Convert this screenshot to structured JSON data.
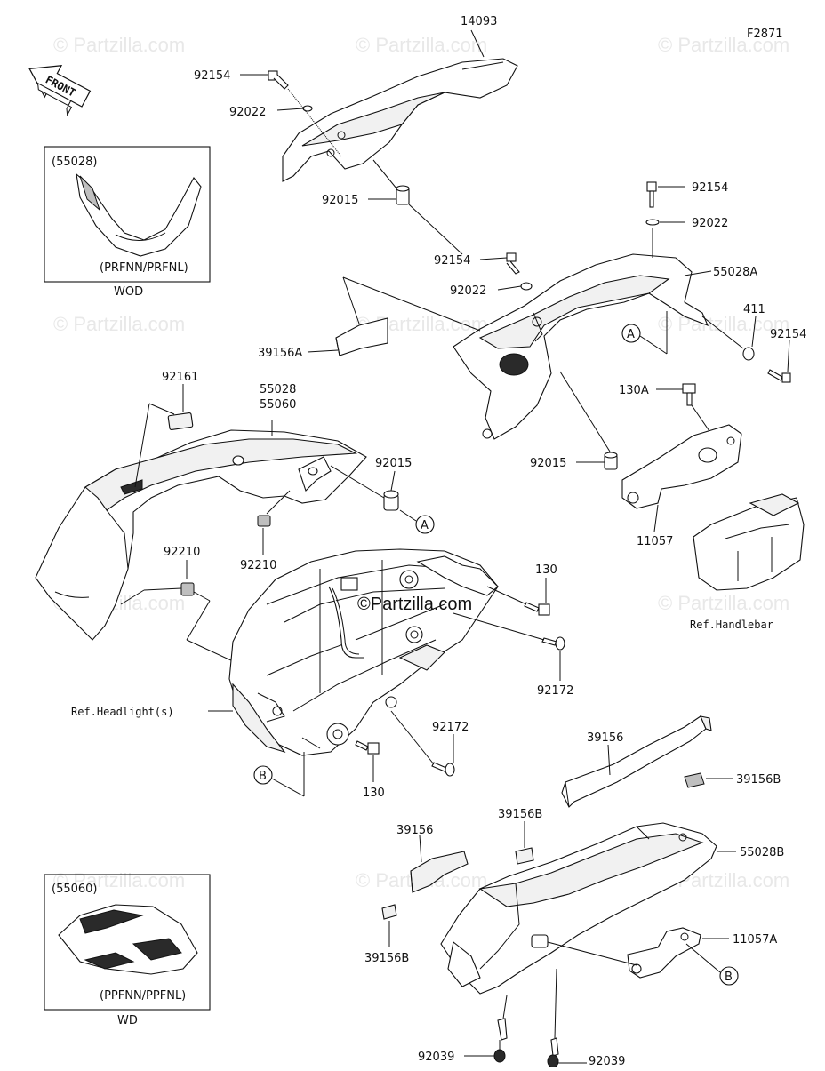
{
  "figure_code": "F2871",
  "watermark": "© Partzilla.com",
  "watermark_center": "©Partzilla.com",
  "front_label": "FRONT",
  "callouts": {
    "p14093": "14093",
    "p92154_top": "92154",
    "p92022_top": "92022",
    "p92015_top": "92015",
    "p92154_mid": "92154",
    "p92022_mid": "92022",
    "p92154_right": "92154",
    "p92022_right": "92022",
    "p55028A": "55028A",
    "p411": "411",
    "p92154_r2": "92154",
    "p39156A": "39156A",
    "p130A": "130A",
    "p92161": "92161",
    "p55028": "55028",
    "p55060": "55060",
    "p92015_mid": "92015",
    "p92015_right": "92015",
    "p11057": "11057",
    "p92210_a": "92210",
    "p92210_b": "92210",
    "p130_a": "130",
    "p92172_a": "92172",
    "p92172_b": "92172",
    "p130_b": "130",
    "p39156_a": "39156",
    "p39156B_a": "39156B",
    "p39156B_b": "39156B",
    "p39156_b": "39156",
    "p55028B": "55028B",
    "p39156B_c": "39156B",
    "p11057A": "11057A",
    "p92039_a": "92039",
    "p92039_b": "92039"
  },
  "refs": {
    "handlebar": "Ref.Handlebar",
    "headlight": "Ref.Headlight(s)"
  },
  "markers": {
    "a": "A",
    "b": "B"
  },
  "inset_top": {
    "part": "(55028)",
    "variant": "(PRFNN/PRFNL)",
    "caption": "WOD"
  },
  "inset_bottom": {
    "part": "(55060)",
    "variant": "(PPFNN/PPFNL)",
    "caption": "WD"
  }
}
